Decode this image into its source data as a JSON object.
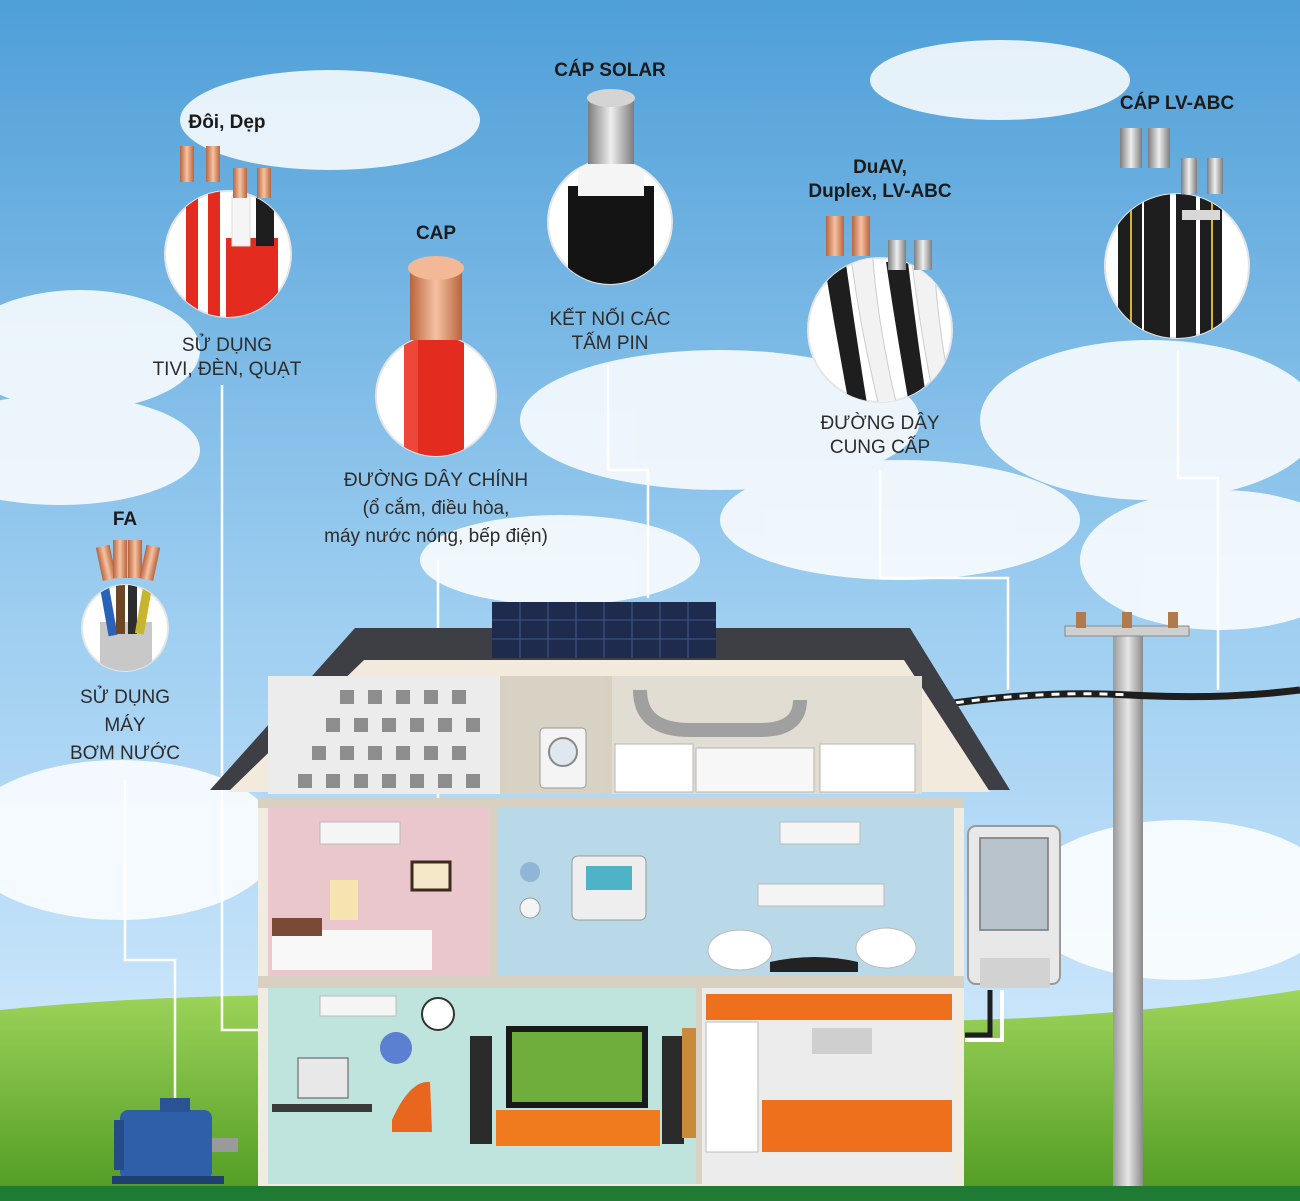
{
  "cables": [
    {
      "id": "fa",
      "title": [
        "FA"
      ],
      "description": [
        "SỬ DỤNG",
        "MÁY",
        "BƠM NƯỚC"
      ]
    },
    {
      "id": "doi-dep",
      "title": [
        "Đôi, Dẹp"
      ],
      "description": [
        "SỬ DỤNG",
        "TIVI, ĐÈN, QUẠT"
      ]
    },
    {
      "id": "cap",
      "title": [
        "CAP"
      ],
      "description": [
        "ĐƯỜNG DÂY CHÍNH",
        "(ổ cắm, điều hòa,",
        "máy nước nóng, bếp điện)"
      ]
    },
    {
      "id": "cap-solar",
      "title": [
        "CÁP SOLAR"
      ],
      "description": [
        "KẾT NỐI CÁC",
        "TẤM PIN"
      ]
    },
    {
      "id": "duav",
      "title": [
        "DuAV,",
        "Duplex, LV-ABC"
      ],
      "description": [
        "ĐƯỜNG DÂY",
        "CUNG CẤP"
      ]
    },
    {
      "id": "lv-abc",
      "title": [
        "CÁP LV-ABC"
      ],
      "description": []
    }
  ],
  "colors": {
    "sky_top": "#5aa6dc",
    "grass": "#7cc242",
    "wire_red": "#e32b1f",
    "wire_black": "#1e1e1e",
    "copper": "#e2a07a",
    "leader_line": "#ffffff",
    "roof": "#3d3f45",
    "footer_bar": "#1f7a34"
  }
}
